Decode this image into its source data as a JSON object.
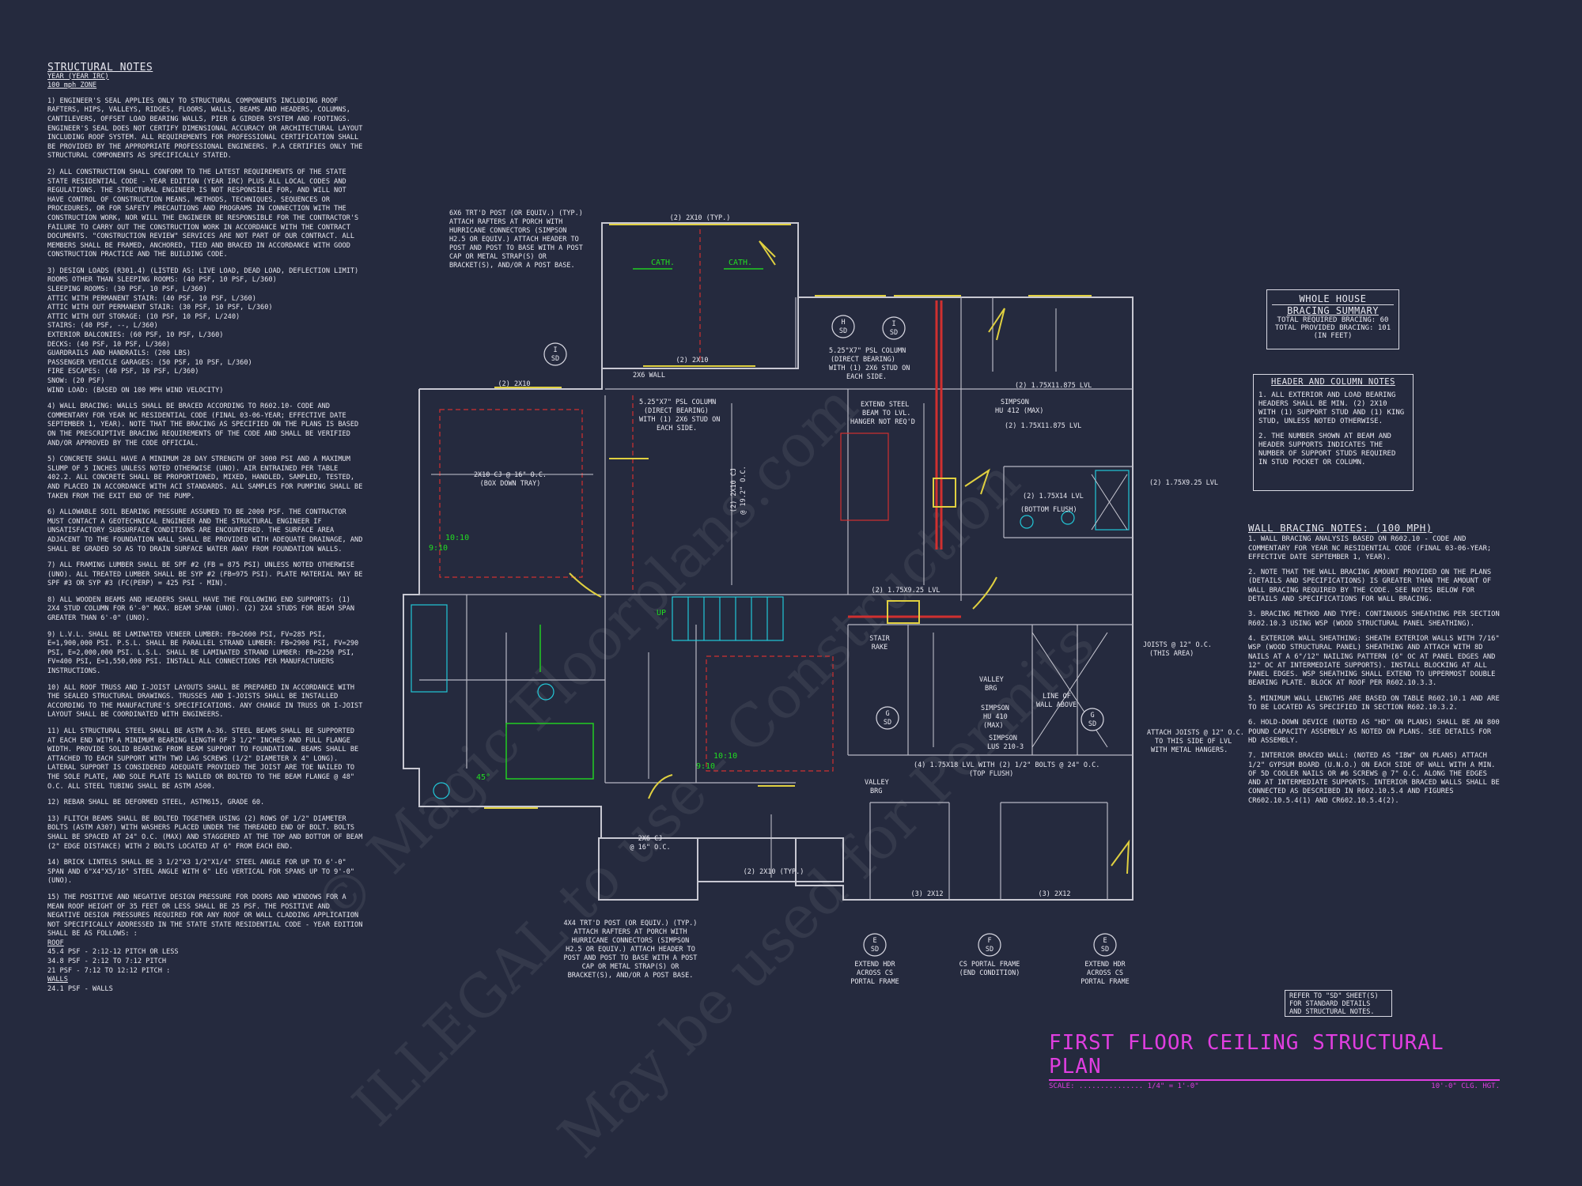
{
  "structural_notes": {
    "title": "STRUCTURAL NOTES",
    "subtitle_1": "YEAR (YEAR IRC)",
    "subtitle_2": "100 mph ZONE",
    "n1": "1) ENGINEER'S SEAL APPLIES ONLY TO STRUCTURAL COMPONENTS INCLUDING ROOF RAFTERS, HIPS, VALLEYS, RIDGES, FLOORS, WALLS, BEAMS AND HEADERS, COLUMNS, CANTILEVERS, OFFSET LOAD BEARING WALLS, PIER & GIRDER SYSTEM AND FOOTINGS. ENGINEER'S SEAL DOES NOT CERTIFY DIMENSIONAL ACCURACY OR ARCHITECTURAL LAYOUT INCLUDING ROOF SYSTEM. ALL REQUIREMENTS FOR PROFESSIONAL CERTIFICATION SHALL BE PROVIDED BY THE APPROPRIATE PROFESSIONAL ENGINEERS. P.A CERTIFIES ONLY THE STRUCTURAL COMPONENTS AS SPECIFICALLY STATED.",
    "n2": "2) ALL CONSTRUCTION SHALL CONFORM TO THE LATEST REQUIREMENTS OF THE STATE STATE RESIDENTIAL CODE - YEAR EDITION (YEAR IRC) PLUS ALL LOCAL CODES AND REGULATIONS. THE STRUCTURAL ENGINEER IS NOT RESPONSIBLE FOR, AND WILL NOT HAVE CONTROL OF CONSTRUCTION MEANS, METHODS, TECHNIQUES, SEQUENCES OR PROCEDURES, OR FOR SAFETY PRECAUTIONS AND PROGRAMS IN CONNECTION WITH THE CONSTRUCTION WORK, NOR WILL THE ENGINEER BE RESPONSIBLE FOR THE CONTRACTOR'S FAILURE TO CARRY OUT THE CONSTRUCTION WORK IN ACCORDANCE WITH THE CONTRACT DOCUMENTS. \"CONSTRUCTION REVIEW\" SERVICES ARE NOT PART OF OUR CONTRACT. ALL MEMBERS SHALL BE FRAMED, ANCHORED, TIED AND BRACED IN ACCORDANCE WITH GOOD CONSTRUCTION PRACTICE AND THE BUILDING CODE.",
    "n3_lines": [
      "3) DESIGN LOADS (R301.4) (LISTED AS: LIVE LOAD, DEAD LOAD, DEFLECTION LIMIT)",
      "ROOMS OTHER THAN SLEEPING ROOMS: (40 PSF, 10 PSF, L/360)",
      "SLEEPING ROOMS: (30 PSF, 10 PSF, L/360)",
      "ATTIC WITH PERMANENT STAIR: (40 PSF, 10 PSF, L/360)",
      "ATTIC WITH OUT PERMANENT STAIR: (30 PSF, 10 PSF, L/360)",
      "ATTIC WITH OUT STORAGE: (10 PSF, 10 PSF, L/240)",
      "STAIRS: (40 PSF, --, L/360)",
      "EXTERIOR BALCONIES: (60 PSF, 10 PSF, L/360)",
      "DECKS: (40 PSF, 10 PSF, L/360)",
      "GUARDRAILS AND HANDRAILS: (200 LBS)",
      "PASSENGER VEHICLE GARAGES: (50 PSF, 10 PSF, L/360)",
      "FIRE ESCAPES: (40 PSF, 10 PSF, L/360)",
      "SNOW: (20 PSF)",
      "WIND LOAD: (BASED ON 100 MPH WIND VELOCITY)"
    ],
    "n4": "4) WALL BRACING: WALLS SHALL BE BRACED ACCORDING TO R602.10- CODE AND COMMENTARY FOR YEAR NC RESIDENTIAL CODE (FINAL 03-06-YEAR; EFFECTIVE DATE SEPTEMBER 1, YEAR). NOTE THAT THE BRACING AS SPECIFIED ON THE PLANS IS BASED ON THE PRESCRIPTIVE BRACING REQUIREMENTS OF THE CODE AND SHALL BE VERIFIED AND/OR APPROVED BY THE CODE OFFICIAL.",
    "n5": "5) CONCRETE SHALL HAVE A MINIMUM 28 DAY STRENGTH OF 3000 PSI AND A MAXIMUM SLUMP OF 5 INCHES UNLESS NOTED OTHERWISE (UNO). AIR ENTRAINED PER TABLE 402.2. ALL CONCRETE SHALL BE PROPORTIONED, MIXED, HANDLED, SAMPLED, TESTED, AND PLACED IN ACCORDANCE WITH ACI STANDARDS. ALL SAMPLES FOR PUMPING SHALL BE TAKEN FROM THE EXIT END OF THE PUMP.",
    "n6": "6) ALLOWABLE SOIL BEARING PRESSURE ASSUMED TO BE 2000 PSF. THE CONTRACTOR MUST CONTACT A GEOTECHNICAL ENGINEER AND THE STRUCTURAL ENGINEER IF UNSATISFACTORY SUBSURFACE CONDITIONS ARE ENCOUNTERED. THE SURFACE AREA ADJACENT TO THE FOUNDATION WALL SHALL BE PROVIDED WITH ADEQUATE DRAINAGE, AND SHALL BE GRADED SO AS TO DRAIN SURFACE WATER AWAY FROM FOUNDATION WALLS.",
    "n7": "7) ALL FRAMING LUMBER SHALL BE SPF #2 (Fb = 875 PSI) UNLESS NOTED OTHERWISE (UNO). ALL TREATED LUMBER SHALL BE SYP #2 (Fb=975 PSI). PLATE MATERIAL MAY BE SPF #3 OR SYP #3 (Fc(perp) = 425 PSI - MIN).",
    "n8": "8) ALL WOODEN BEAMS AND HEADERS SHALL HAVE THE FOLLOWING END SUPPORTS: (1) 2x4 STUD COLUMN FOR 6'-0\" MAX. BEAM SPAN (UNO). (2) 2x4 STUDS FOR BEAM SPAN GREATER THAN 6'-0\" (UNO).",
    "n9": "9) L.V.L. SHALL BE LAMINATED VENEER LUMBER: Fb=2600 PSI, Fv=285 PSI, E=1,900,000 PSI. P.S.L. SHALL BE PARALLEL STRAND LUMBER: Fb=2900 PSI, Fv=290 PSI, E=2,000,000 PSI. L.S.L. SHALL BE LAMINATED STRAND LUMBER: Fb=2250 PSI, Fv=400 PSI, E=1,550,000 PSI. INSTALL ALL CONNECTIONS PER MANUFACTURERS INSTRUCTIONS.",
    "n10": "10) ALL ROOF TRUSS AND I-JOIST LAYOUTS SHALL BE PREPARED IN ACCORDANCE WITH THE SEALED STRUCTURAL DRAWINGS. TRUSSES AND I-JOISTS SHALL BE INSTALLED ACCORDING TO THE MANUFACTURE'S SPECIFICATIONS. ANY CHANGE IN TRUSS OR I-JOIST LAYOUT SHALL BE COORDINATED WITH ENGINEERS.",
    "n11": "11) ALL STRUCTURAL STEEL SHALL BE ASTM A-36. STEEL BEAMS SHALL BE SUPPORTED AT EACH END WITH A MINIMUM BEARING LENGTH OF 3 1/2\" INCHES AND FULL FLANGE WIDTH. PROVIDE SOLID BEARING FROM BEAM SUPPORT TO FOUNDATION. BEAMS SHALL BE ATTACHED TO EACH SUPPORT WITH TWO LAG SCREWS (1/2\" DIAMETER x 4\" LONG). LATERAL SUPPORT IS CONSIDERED ADEQUATE PROVIDED THE JOIST ARE TOE NAILED TO THE SOLE PLATE, AND SOLE PLATE IS NAILED OR BOLTED TO THE BEAM FLANGE @ 48\" O.C. ALL STEEL TUBING SHALL BE ASTM A500.",
    "n12": "12) REBAR SHALL BE DEFORMED STEEL, ASTM615, GRADE 60.",
    "n13": "13) FLITCH BEAMS SHALL BE BOLTED TOGETHER USING (2) ROWS OF 1/2\" DIAMETER BOLTS (ASTM A307) WITH WASHERS PLACED UNDER THE THREADED END OF BOLT. BOLTS SHALL BE SPACED AT 24\" O.C. (MAX) AND STAGGERED AT THE TOP AND BOTTOM OF BEAM (2\" EDGE DISTANCE) WITH 2 BOLTS LOCATED AT 6\" FROM EACH END.",
    "n14": "14) BRICK LINTELS SHALL BE 3 1/2\"x3 1/2\"x1/4\" STEEL ANGLE FOR UP TO 6'-0\" SPAN AND 6\"x4\"x5/16\" STEEL ANGLE WITH 6\" LEG VERTICAL FOR SPANS UP TO 9'-0\" (UNO).",
    "n15": "15) THE POSITIVE AND NEGATIVE DESIGN PRESSURE FOR DOORS AND WINDOWS FOR A MEAN ROOF HEIGHT OF 35 FEET OR LESS SHALL BE 25 PSF. THE POSITIVE AND NEGATIVE DESIGN PRESSURES REQUIRED FOR ANY ROOF OR WALL CLADDING APPLICATION NOT SPECIFICALLY ADDRESSED IN THE STATE STATE RESIDENTIAL CODE - YEAR EDITION SHALL BE AS FOLLOWS: :",
    "roof_label": "ROOF",
    "roof_lines": [
      "45.4 PSF - 2:12-12 PITCH OR LESS",
      "34.8 PSF - 2:12 TO 7:12 PITCH",
      "21 PSF - 7:12 TO 12:12 PITCH :"
    ],
    "walls_label": "WALLS",
    "walls_line": "24.1 PSF - WALLS"
  },
  "bracing_summary": {
    "title_1": "WHOLE HOUSE",
    "title_2": "BRACING SUMMARY",
    "required": "TOTAL REQUIRED BRACING: 60",
    "provided": "TOTAL PROVIDED BRACING: 101",
    "unit": "(IN FEET)"
  },
  "header_column_notes": {
    "title": "HEADER AND COLUMN NOTES",
    "n1": "1. ALL EXTERIOR AND LOAD BEARING HEADERS SHALL BE MIN. (2) 2x10 WITH (1) SUPPORT STUD AND (1) KING STUD, UNLESS NOTED OTHERWISE.",
    "n2": "2. THE NUMBER SHOWN AT BEAM AND HEADER SUPPORTS INDICATES THE NUMBER OF SUPPORT STUDS REQUIRED IN STUD POCKET OR COLUMN."
  },
  "wall_bracing_notes": {
    "title": "WALL BRACING NOTES: (100 MPH)",
    "n1": "1. WALL BRACING ANALYSIS BASED ON R602.10 - CODE AND COMMENTARY FOR YEAR NC RESIDENTIAL CODE (FINAL 03-06-YEAR; EFFECTIVE DATE SEPTEMBER 1, YEAR).",
    "n2": "2. NOTE THAT THE WALL BRACING AMOUNT PROVIDED ON THE PLANS (DETAILS AND SPECIFICATIONS) IS GREATER THAN THE AMOUNT OF WALL BRACING REQUIRED BY THE CODE. SEE NOTES BELOW FOR DETAILS AND SPECIFICATIONS FOR WALL BRACING.",
    "n3": "3. BRACING METHOD AND TYPE: CONTINUOUS SHEATHING PER SECTION R602.10.3 USING WSP (WOOD STRUCTURAL PANEL SHEATHING).",
    "n4": "4. EXTERIOR WALL SHEATHING: SHEATH EXTERIOR WALLS WITH 7/16\" WSP (WOOD STRUCTURAL PANEL) SHEATHING AND ATTACH WITH 8d NAILS AT A 6\"/12\" NAILING PATTERN (6\" OC AT PANEL EDGES AND 12\" OC AT INTERMEDIATE SUPPORTS). INSTALL BLOCKING AT ALL PANEL EDGES. WSP SHEATHING SHALL EXTEND TO UPPERMOST DOUBLE BEARING PLATE. BLOCK AT ROOF PER R602.10.3.3.",
    "n5": "5. MINIMUM WALL LENGTHS ARE BASED ON TABLE R602.10.1 AND ARE TO BE LOCATED AS SPECIFIED IN SECTION R602.10.3.2.",
    "n6": "6. HOLD-DOWN DEVICE (NOTED AS \"HD\" ON PLANS) SHALL BE AN 800 POUND CAPACITY ASSEMBLY AS NOTED ON PLANS. SEE DETAILS FOR HD ASSEMBLY.",
    "n7": "7. INTERIOR BRACED WALL: (NOTED AS \"IBW\" ON PLANS) ATTACH 1/2\" GYPSUM BOARD (U.N.O.) ON EACH SIDE OF WALL WITH A MIN. OF 5d COOLER NAILS OR #6 SCREWS @ 7\" O.C. ALONG THE EDGES AND AT INTERMEDIATE SUPPORTS. INTERIOR BRACED WALLS SHALL BE CONNECTED AS DESCRIBED IN R602.10.5.4 AND FIGURES CR602.10.5.4(1) AND CR602.10.5.4(2)."
  },
  "refer_note": {
    "l1": "REFER TO \"SD\" SHEET(S)",
    "l2": "FOR STANDARD DETAILS",
    "l3": "AND STRUCTURAL NOTES."
  },
  "plan_title": {
    "title": "FIRST FLOOR CEILING STRUCTURAL PLAN",
    "scale": "SCALE: ............... 1/4\" = 1'-0\"",
    "height": "10'-0\" CLG. HGT."
  },
  "plan_labels": {
    "porch_post_top": [
      "6x6 TRT'D POST (OR EQUIV.) (TYP.)",
      "ATTACH RAFTERS AT PORCH WITH",
      "HURRICANE CONNECTORS (SIMPSON",
      "H2.5 OR EQUIV.) ATTACH HEADER TO",
      "POST AND POST TO BASE WITH A POST",
      "CAP OR METAL STRAP(S) OR",
      "BRACKET(S), AND/OR A POST BASE."
    ],
    "porch_post_bottom": [
      "4x4 TRT'D POST (OR EQUIV.) (TYP.)",
      "ATTACH RAFTERS AT PORCH WITH",
      "HURRICANE CONNECTORS (SIMPSON",
      "H2.5 OR EQUIV.) ATTACH HEADER TO",
      "POST AND POST TO BASE WITH A POST",
      "CAP OR METAL STRAP(S) OR",
      "BRACKET(S), AND/OR A POST BASE."
    ],
    "hdr_top": "(2) 2x10 (TYP.)",
    "cath": "CATH.",
    "hdr_porch": "(2) 2x10",
    "hdr_left": "(2) 2x10",
    "wall_2x6": "2x6 WALL",
    "psl1": [
      "5.25\"x7\" PSL COLUMN",
      "(DIRECT BEARING)",
      "WITH (1) 2x6 STUD ON",
      "EACH SIDE."
    ],
    "psl2": [
      "5.25\"x7\" PSL COLUMN",
      "(DIRECT BEARING)",
      "WITH (1) 2x6 STUD ON",
      "EACH SIDE."
    ],
    "steel_beam": [
      "EXTEND STEEL",
      "BEAM TO LVL.",
      "HANGER NOT REQ'D"
    ],
    "simpson_hu412": [
      "SIMPSON",
      "HU 412 (MAX)"
    ],
    "lvl_1875": "(2) 1.75x11.875 LVL",
    "lvl_925_right": "(2) 1.75x9.25 LVL",
    "lvl_14": "(2) 1.75x14 LVL",
    "bottom_flush": "(BOTTOM FLUSH)",
    "cj_tray": [
      "2x10 CJ @ 16\" O.C.",
      "(BOX DOWN TRAY)"
    ],
    "cj_192": [
      "(2) 2x10 CJ",
      "@ 19.2\" O.C."
    ],
    "lvl_925_mid": "(2) 1.75x9.25 LVL",
    "stair_rake": [
      "STAIR",
      "RAKE"
    ],
    "joists": [
      "JOISTS @ 12\" O.C.",
      "(THIS AREA)"
    ],
    "valley": [
      "VALLEY",
      "BRG"
    ],
    "simpson_hu410": [
      "SIMPSON",
      "HU 410",
      "(MAX)"
    ],
    "simpson_lus": [
      "SIMPSON",
      "LUS 210-3"
    ],
    "attach_joists": [
      "ATTACH JOISTS @ 12\" O.C.",
      "TO THIS SIDE OF LVL",
      "WITH METAL HANGERS."
    ],
    "lvl_bolts": [
      "(4) 1.75x18 LVL WITH (2) 1/2\" BOLTS @ 24\" O.C.",
      "(TOP FLUSH)"
    ],
    "line_wall": [
      "LINE OF",
      "WALL ABOVE"
    ],
    "hdr_2x12_a": "(3) 2x12",
    "hdr_2x12_b": "(3) 2x12",
    "hdr_2x10_bottom": "(2) 2x10 (TYP.)",
    "cj_2x6": [
      "2x6 CJ",
      "@ 16\" O.C."
    ],
    "portal_e1": [
      "EXTEND HDR",
      "ACROSS CS",
      "PORTAL FRAME"
    ],
    "portal_f": [
      "CS PORTAL FRAME",
      "(END CONDITION)"
    ],
    "portal_e2": [
      "EXTEND HDR",
      "ACROSS CS",
      "PORTAL FRAME"
    ],
    "ratio_a": "10:10",
    "ratio_b": "9:10",
    "up": "UP",
    "deg": "45°",
    "sd": "SD",
    "callouts": [
      "I",
      "H",
      "I",
      "G",
      "G",
      "E",
      "F",
      "E"
    ]
  },
  "watermark": {
    "w1": "© Magic Floorplans.com",
    "w2": "ILLEGAL to use - Construction",
    "w3": "May be used for Permits"
  }
}
